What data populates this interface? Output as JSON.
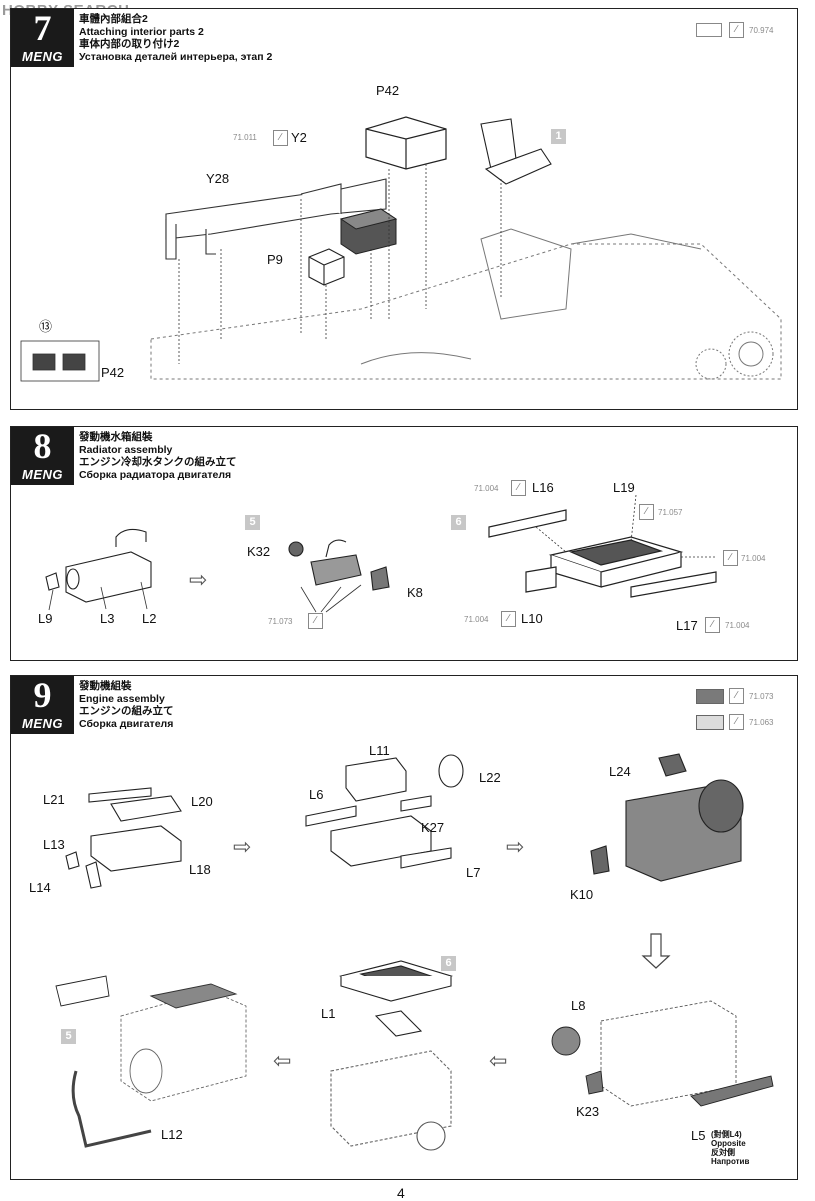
{
  "watermark": "HOBBY SEARCH",
  "brand": "MENG",
  "page_number": "4",
  "steps": [
    {
      "number": "7",
      "title_zh": "車體內部組合2",
      "title_en": "Attaching interior parts 2",
      "title_ja": "車体内部の取り付け2",
      "title_ru": "Установка деталей интерьера, этап 2",
      "paint_code": "70.974",
      "labels": {
        "p42": "P42",
        "y2": "Y2",
        "y28": "Y28",
        "p9": "P9",
        "p42b": "P42",
        "ref13": "⑬"
      },
      "codes": {
        "y2": "71.011"
      },
      "substep": "1"
    },
    {
      "number": "8",
      "title_zh": "發動機水箱組裝",
      "title_en": "Radiator assembly",
      "title_ja": "エンジン冷却水タンクの組み立て",
      "title_ru": "Сборка радиатора двигателя",
      "labels": {
        "l9": "L9",
        "l3": "L3",
        "l2": "L2",
        "k32": "K32",
        "k8": "K8",
        "l16": "L16",
        "l19": "L19",
        "l10": "L10",
        "l17": "L17"
      },
      "codes": {
        "k": "71.073",
        "l16": "71.004",
        "l19": "71.057",
        "right": "71.004",
        "l10": "71.004",
        "l17": "71.004"
      },
      "substeps": [
        "5",
        "6"
      ]
    },
    {
      "number": "9",
      "title_zh": "發動機組裝",
      "title_en": "Engine assembly",
      "title_ja": "エンジンの組み立て",
      "title_ru": "Сборка двигателя",
      "paint_codes": [
        {
          "code": "71.073",
          "color": "#7a7a7a"
        },
        {
          "code": "71.063",
          "color": "#dcdcdc"
        }
      ],
      "labels": {
        "l21": "L21",
        "l20": "L20",
        "l13": "L13",
        "l14": "L14",
        "l18": "L18",
        "l11": "L11",
        "l22": "L22",
        "l6": "L6",
        "k27": "K27",
        "l7": "L7",
        "l24": "L24",
        "k10": "K10",
        "l8": "L8",
        "k23": "K23",
        "l5": "L5",
        "l1": "L1",
        "l12": "L12"
      },
      "l5_note": [
        "(對側L4)",
        "Opposite",
        "反対側",
        "Напротив"
      ],
      "substeps": [
        "6",
        "5"
      ]
    }
  ]
}
